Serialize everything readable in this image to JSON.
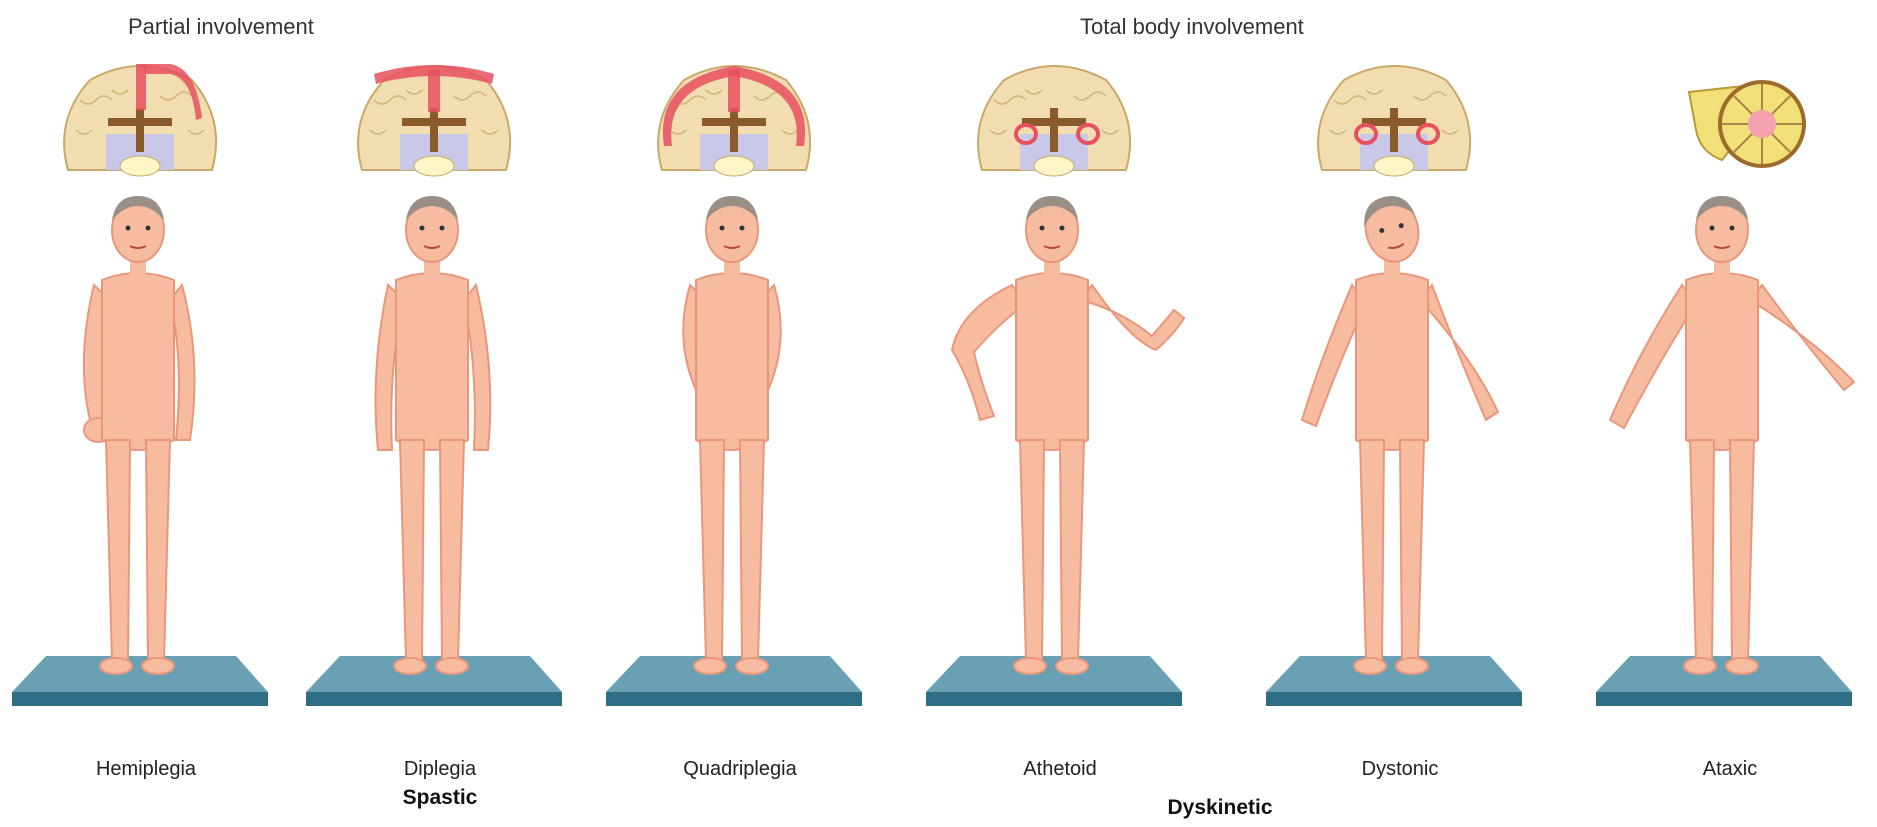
{
  "headers": {
    "partial": "Partial involvement",
    "total": "Total body involvement"
  },
  "panels": [
    {
      "label": "Hemiplegia",
      "lesion": "hemispheric cortex + capsule (one side)",
      "posture": "one arm flexed"
    },
    {
      "label": "Diplegia",
      "lesion": "parasagittal cortex",
      "posture": "legs slightly turned in"
    },
    {
      "label": "Quadriplegia",
      "lesion": "diffuse cortex",
      "posture": "both arms flexed to midline"
    },
    {
      "label": "Athetoid",
      "lesion": "basal ganglia",
      "posture": "writhing arms"
    },
    {
      "label": "Dystonic",
      "lesion": "basal ganglia",
      "posture": "head turned, arms abducted"
    },
    {
      "label": "Ataxic",
      "lesion": "cerebellum",
      "posture": "arms out for balance"
    }
  ],
  "categories": {
    "spastic": "Spastic",
    "dyskinetic": "Dyskinetic"
  },
  "colors": {
    "brain": "#f1ddb0",
    "brain_outline": "#c9a86a",
    "lesion": "#e8505f",
    "ventricle": "#8a5a2b",
    "thalamus": "#c9c8e8",
    "skin": "#f7bca0",
    "skin_shadow": "#e9977c",
    "platform_top": "#6aa0b4",
    "platform_side": "#2f6f86"
  }
}
